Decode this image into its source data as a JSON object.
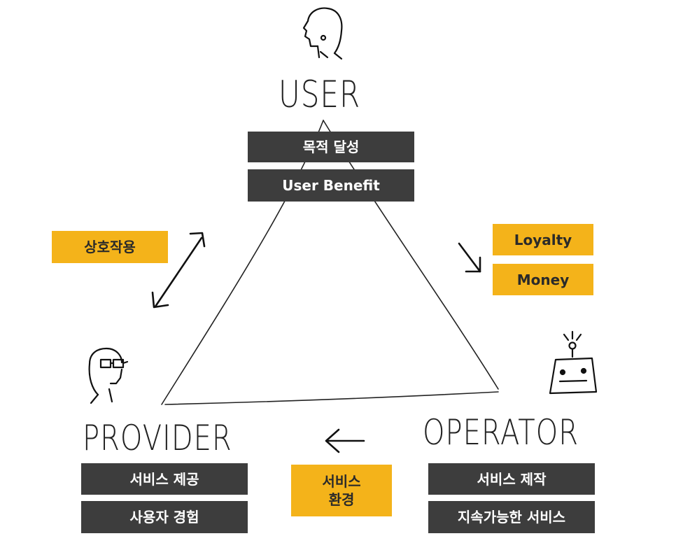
{
  "user": {
    "label": "USER",
    "boxes": [
      "목적 달성",
      "User Benefit"
    ]
  },
  "provider": {
    "label": "PROVIDER",
    "boxes": [
      "서비스 제공",
      "사용자 경험"
    ]
  },
  "operator": {
    "label": "OPERATOR",
    "boxes": [
      "서비스 제작",
      "지속가능한 서비스"
    ]
  },
  "edges": {
    "user_provider": "상호작용",
    "user_operator": [
      "Loyalty",
      "Money"
    ],
    "operator_provider": "서비스\n환경"
  },
  "icons": {
    "user": "user-head-icon",
    "provider": "provider-glasses-head-icon",
    "operator": "robot-icon",
    "arrow_interaction": "double-arrow-icon",
    "arrow_to_operator": "arrow-down-right-icon",
    "arrow_to_provider": "arrow-left-icon"
  },
  "colors": {
    "dark_box": "#3d3d3d",
    "yellow_box": "#f4b31a",
    "line": "#222222"
  }
}
